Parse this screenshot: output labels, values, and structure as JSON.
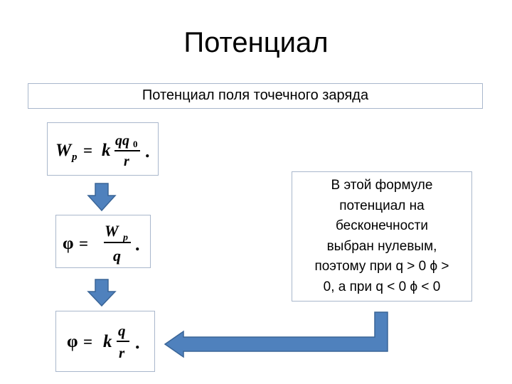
{
  "title": "Потенциал",
  "subtitle": "Потенциал поля точечного заряда",
  "formulas": {
    "f1": {
      "W": "W",
      "p": "p",
      "eq": "=",
      "k": "k",
      "qq": "qq",
      "zero": "0",
      "r": "r",
      "dot": "."
    },
    "f2": {
      "phi": "φ",
      "eq": "=",
      "W": "W",
      "p": "p",
      "q": "q",
      "dot": "."
    },
    "f3": {
      "phi": "φ",
      "eq": "=",
      "k": "k",
      "q": "q",
      "r": "r",
      "dot": "."
    }
  },
  "note": {
    "lines": [
      "В этой формуле",
      "потенциал на",
      "бесконечности",
      "выбран нулевым,",
      "поэтому при q > 0 ϕ >",
      "0, а при q < 0 ϕ < 0"
    ]
  },
  "colors": {
    "arrow_fill": "#4f81bd",
    "arrow_stroke": "#3a6597",
    "box_border": "#a9b7cc"
  }
}
